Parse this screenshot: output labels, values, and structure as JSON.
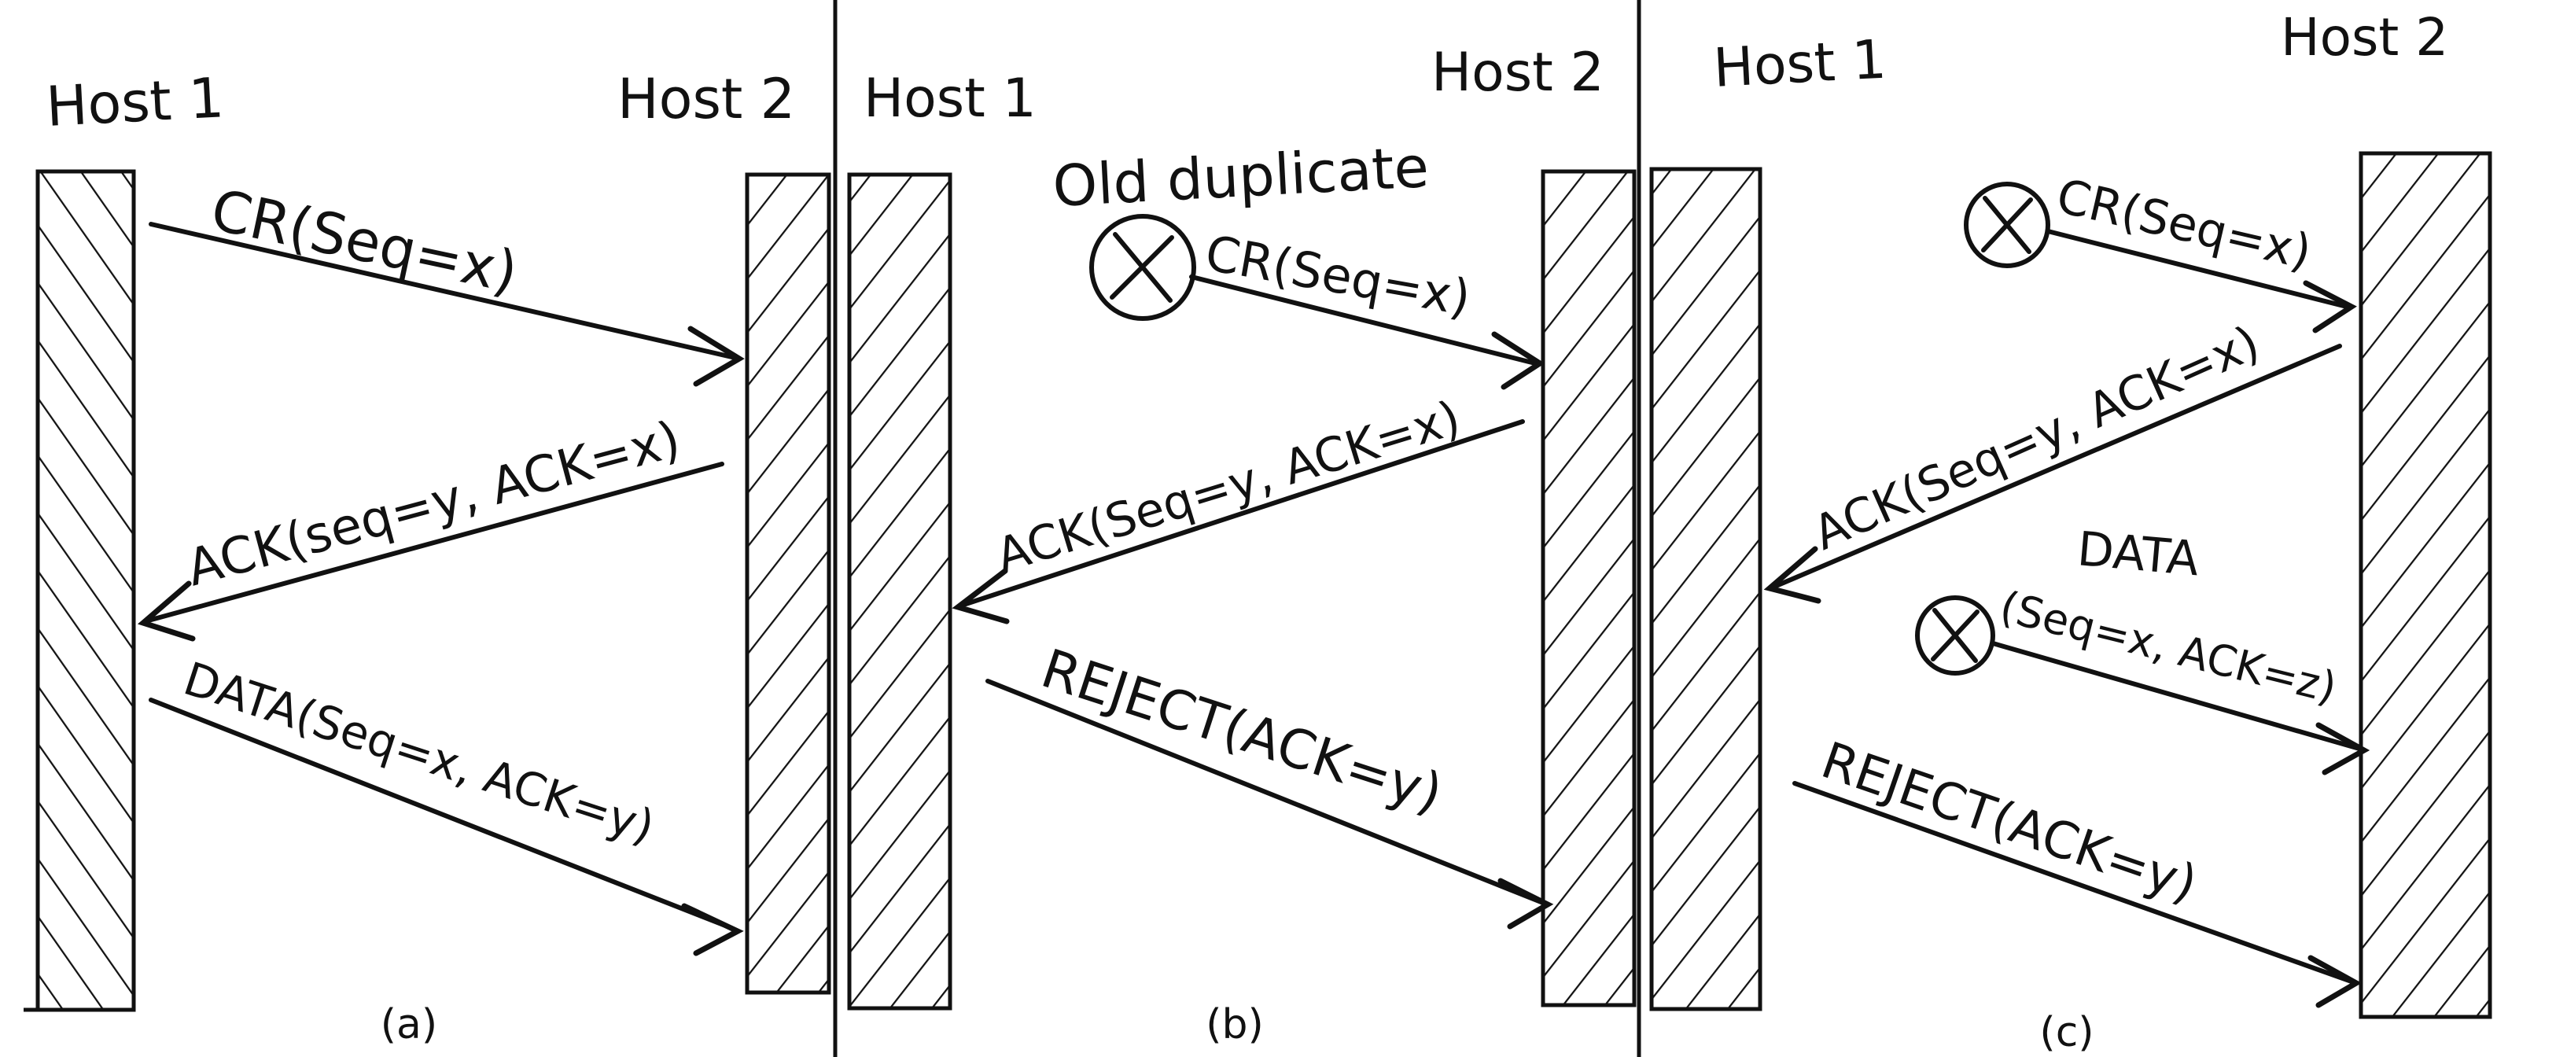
{
  "colors": {
    "ink": "#111111",
    "background": "#ffffff"
  },
  "panels": [
    {
      "id": "a",
      "caption": "(a)",
      "left_host": "Host 1",
      "right_host": "Host 2",
      "note": "",
      "messages": [
        {
          "label": "CR(Seq=x)",
          "direction": "right",
          "lost_at_source": false
        },
        {
          "label": "ACK(seq=y, ACK=x)",
          "direction": "left",
          "lost_at_source": false
        },
        {
          "label": "DATA(Seq=x, ACK=y)",
          "direction": "right",
          "lost_at_source": false
        }
      ]
    },
    {
      "id": "b",
      "caption": "(b)",
      "left_host": "Host 1",
      "right_host": "Host 2",
      "note": "Old duplicate",
      "messages": [
        {
          "label": "CR(Seq=x)",
          "direction": "right",
          "lost_at_source": true
        },
        {
          "label": "ACK(Seq=y, ACK=x)",
          "direction": "left",
          "lost_at_source": false
        },
        {
          "label": "REJECT(ACK=y)",
          "direction": "right",
          "lost_at_source": false
        }
      ]
    },
    {
      "id": "c",
      "caption": "(c)",
      "left_host": "Host 1",
      "right_host": "Host 2",
      "note": "",
      "messages": [
        {
          "label": "CR(Seq=x)",
          "direction": "right",
          "lost_at_source": true
        },
        {
          "label": "ACK(Seq=y, ACK=x)",
          "direction": "left",
          "lost_at_source": false
        },
        {
          "label": "DATA",
          "label_line2": "(Seq=x, ACK=z)",
          "direction": "right",
          "lost_at_source": true
        },
        {
          "label": "REJECT(ACK=y)",
          "direction": "right",
          "lost_at_source": false
        }
      ]
    }
  ]
}
